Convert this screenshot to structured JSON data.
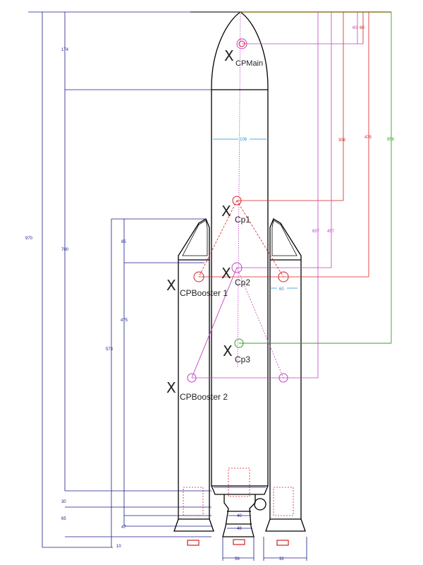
{
  "labels": {
    "cp_main": "CPMain",
    "cp1": "Cp1",
    "cp2": "Cp2",
    "cp3": "Cp3",
    "cp_booster_1": "CPBooster 1",
    "cp_booster_2": "CPBooster 2",
    "marker": "X"
  },
  "dimensions": {
    "total_height": "970",
    "core_height": "700",
    "nose_height": "174",
    "booster_total": "573",
    "booster_nose": "85",
    "booster_body": "475",
    "gap_30": "30",
    "gap_65": "65",
    "gap_47": "47",
    "gap_10": "10",
    "core_diameter": "106",
    "booster_diameter": "60",
    "cp_main_a": "60",
    "cp_main_b": "60",
    "cp1_offset": "306",
    "cp2_offset": "457",
    "booster_cp_offset": "475",
    "cp_booster2_offset": "657",
    "cp3_offset": "856",
    "nozzle_inner": "40",
    "nozzle_outer": "48",
    "core_base": "56",
    "booster_base": "32"
  },
  "colors": {
    "body": "#000000",
    "dimension_blue": "#1a1a8c",
    "dimension_cyan": "#1f8fd1",
    "red": "#d42020",
    "magenta": "#c040c0",
    "green": "#3aa02a",
    "olive": "#8a7a20"
  }
}
